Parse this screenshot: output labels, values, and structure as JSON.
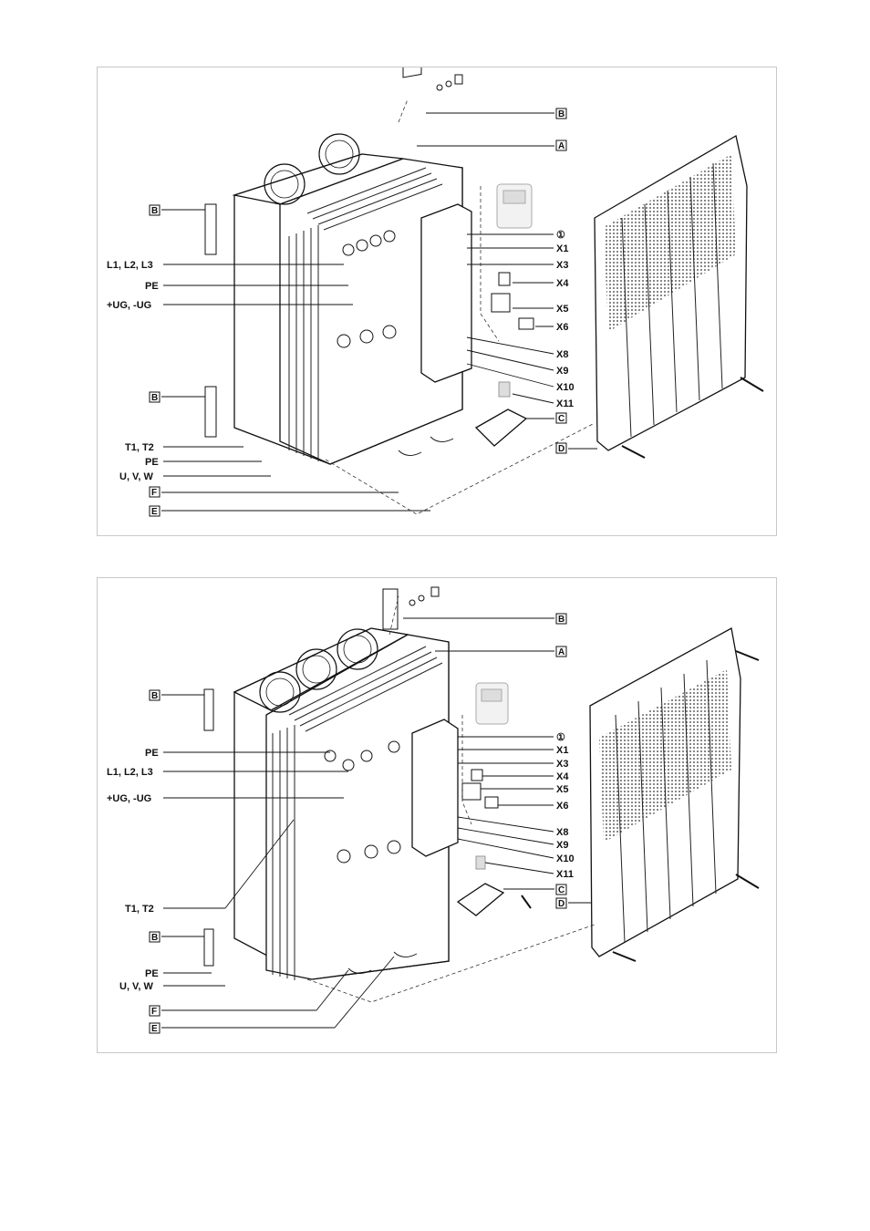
{
  "diagrams": [
    {
      "id": "top",
      "labels_left": [
        "L1, L2, L3",
        "PE",
        "+UG, -UG",
        "T1, T2",
        "PE",
        "U, V, W"
      ],
      "labels_right": [
        "①",
        "X1",
        "X3",
        "X4",
        "X5",
        "X6",
        "X8",
        "X9",
        "X10",
        "X11"
      ],
      "boxed": {
        "b_top": "B",
        "a": "A",
        "b_left1": "B",
        "b_left2": "B",
        "c": "C",
        "d": "D",
        "f": "F",
        "e": "E"
      }
    },
    {
      "id": "bottom",
      "labels_left": [
        "PE",
        "L1, L2, L3",
        "+UG, -UG",
        "T1, T2",
        "PE",
        "U, V, W"
      ],
      "labels_right": [
        "①",
        "X1",
        "X3",
        "X4",
        "X5",
        "X6",
        "X8",
        "X9",
        "X10",
        "X11"
      ],
      "boxed": {
        "b_top": "B",
        "a": "A",
        "b_left1": "B",
        "b_left2": "B",
        "c": "C",
        "d": "D",
        "f": "F",
        "e": "E"
      }
    }
  ]
}
